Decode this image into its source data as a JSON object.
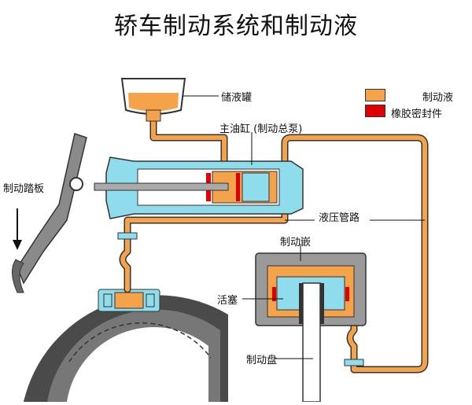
{
  "title": "轿车制动系统和制动液",
  "legend": [
    {
      "label": "制动液",
      "color": "#f5a34b"
    },
    {
      "label": "橡胶密封件",
      "color": "#e00000"
    }
  ],
  "labels": {
    "reservoir": "储液罐",
    "master_cylinder": "主油缸 (制动总泵)",
    "brake_pedal": "制动踏板",
    "hydraulic_line": "液压管路",
    "caliper": "制动嵌",
    "piston": "活塞",
    "brake_disc": "制动盘"
  },
  "colors": {
    "fluid": "#f5a34b",
    "seal": "#e00000",
    "metal": "#8fdcec",
    "housing": "#9a9a9a",
    "outline": "#333333"
  }
}
